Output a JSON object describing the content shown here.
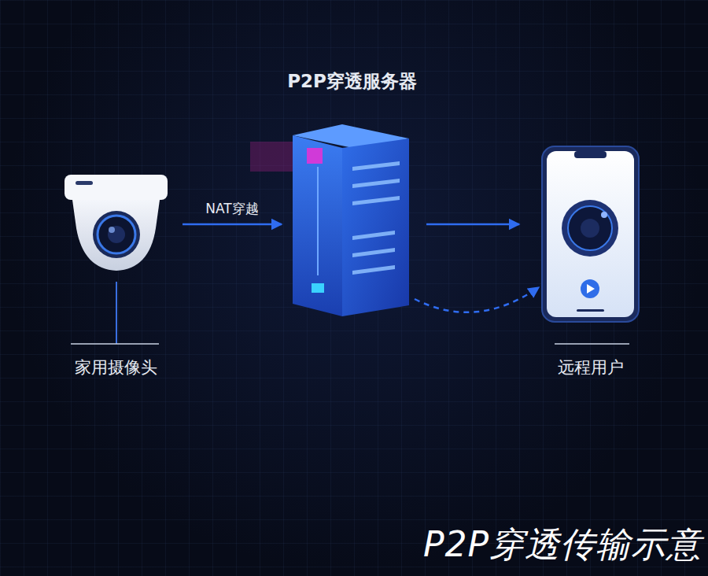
{
  "diagram": {
    "caption": "P2P穿透传输示意",
    "nodes": [
      {
        "text": [
          "家用摄像头"
        ]
      },
      {
        "text": [
          "P2P穿透服务器"
        ]
      },
      {
        "text": [
          "远程用户"
        ]
      }
    ],
    "edges": [
      {
        "from": 0,
        "to": 1,
        "label": "NAT穿越",
        "arrow": "to"
      },
      {
        "from": 1,
        "to": 2,
        "arrow": "to"
      },
      {
        "from": 1,
        "to": 2,
        "arrow": "to"
      }
    ]
  }
}
